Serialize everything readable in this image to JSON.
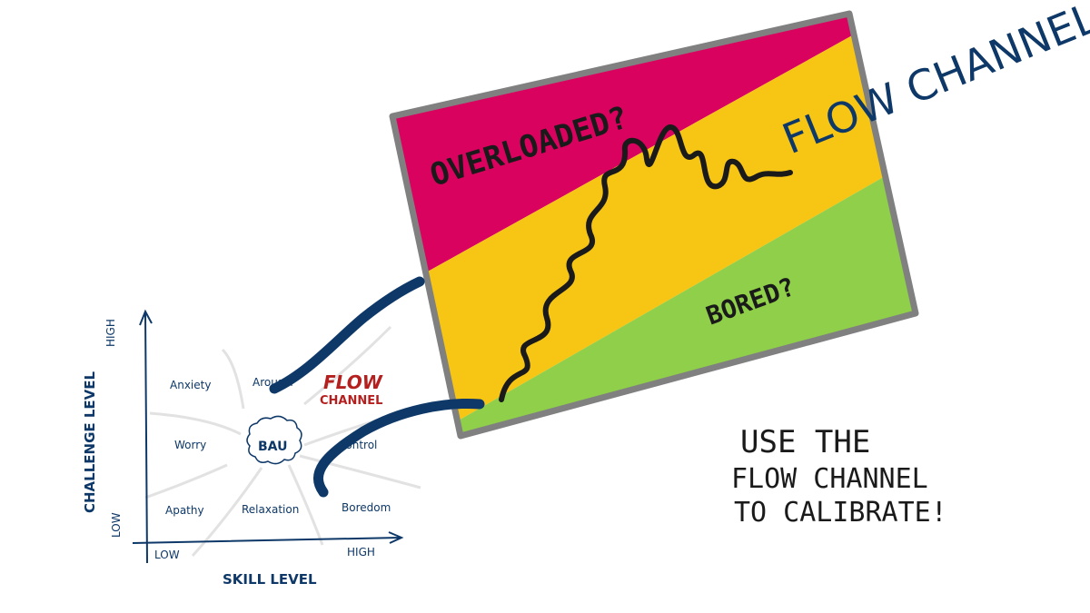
{
  "colors": {
    "pink": "#d9035f",
    "yellow": "#f7c514",
    "green": "#8fcf49",
    "navy": "#0d3868",
    "red": "#b5201f",
    "frame": "#808080"
  },
  "big_chart": {
    "top_label": "OVERLOADED?",
    "bottom_label": "BORED?",
    "title": "FLOW CHANNEL"
  },
  "note": {
    "line1": "USE THE",
    "line2": "FLOW CHANNEL",
    "line3": "TO CALIBRATE!"
  },
  "small_chart": {
    "y_axis_label": "CHALLENGE LEVEL",
    "y_high": "HIGH",
    "y_low": "LOW",
    "x_axis_label": "SKILL LEVEL",
    "x_low": "LOW",
    "x_high": "HIGH",
    "center": "BAU",
    "regions": {
      "anxiety": "Anxiety",
      "arousal": "Arousal",
      "flow1": "FLOW",
      "flow2": "CHANNEL",
      "worry": "Worry",
      "control": "Control",
      "apathy": "Apathy",
      "relaxation": "Relaxation",
      "boredom": "Boredom"
    }
  }
}
